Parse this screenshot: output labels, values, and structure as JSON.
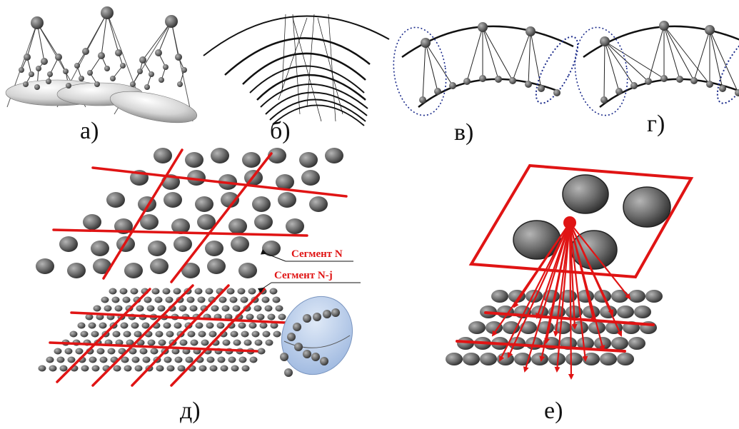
{
  "captions": {
    "a": "а)",
    "b": "б)",
    "v": "в)",
    "g": "г)",
    "d": "д)",
    "e": "е)"
  },
  "labels": {
    "segment_n": "Сегмент N",
    "segment_nj": "Сегмент N-j"
  },
  "colors": {
    "accent": "#e01414",
    "node": "#666666",
    "node_dark": "#3a3a3a",
    "line": "#111111",
    "dotted": "#1a2a8a",
    "ellipsoid": "#a9c3e8"
  }
}
